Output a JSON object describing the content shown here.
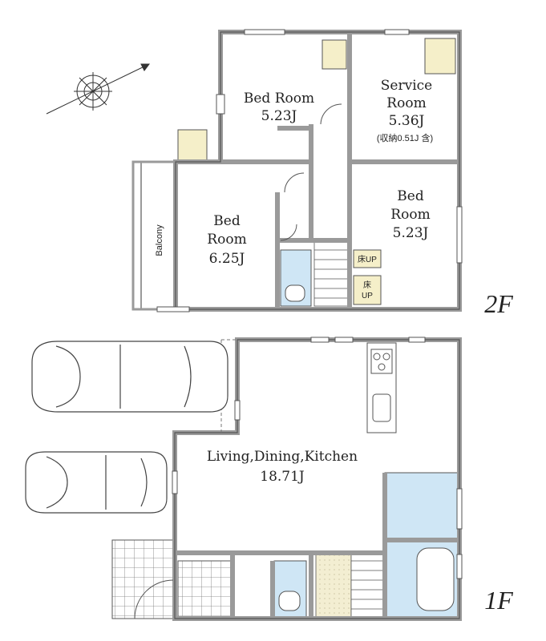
{
  "floor2": {
    "label": "2F",
    "bed_room_top": {
      "name": "Bed Room",
      "size": "5.23J"
    },
    "service_room": {
      "name_line1": "Service",
      "name_line2": "Room",
      "size": "5.36J",
      "note": "(収納0.51J 含)"
    },
    "bed_room_right": {
      "name_line1": "Bed",
      "name_line2": "Room",
      "size": "5.23J"
    },
    "bed_room_left": {
      "name_line1": "Bed",
      "name_line2": "Room",
      "size": "6.25J"
    },
    "balcony": "Balcony",
    "stair_up_1": "床UP",
    "stair_up_2_line1": "床",
    "stair_up_2_line2": "UP"
  },
  "floor1": {
    "label": "1F",
    "ldk_name": "Living,Dining,Kitchen",
    "ldk_size": "18.71J"
  },
  "colors": {
    "wall": "#9a9a9a",
    "wet_area": "#cfe6f5",
    "storage": "#f5efc9",
    "tile": "#eeeeee"
  }
}
